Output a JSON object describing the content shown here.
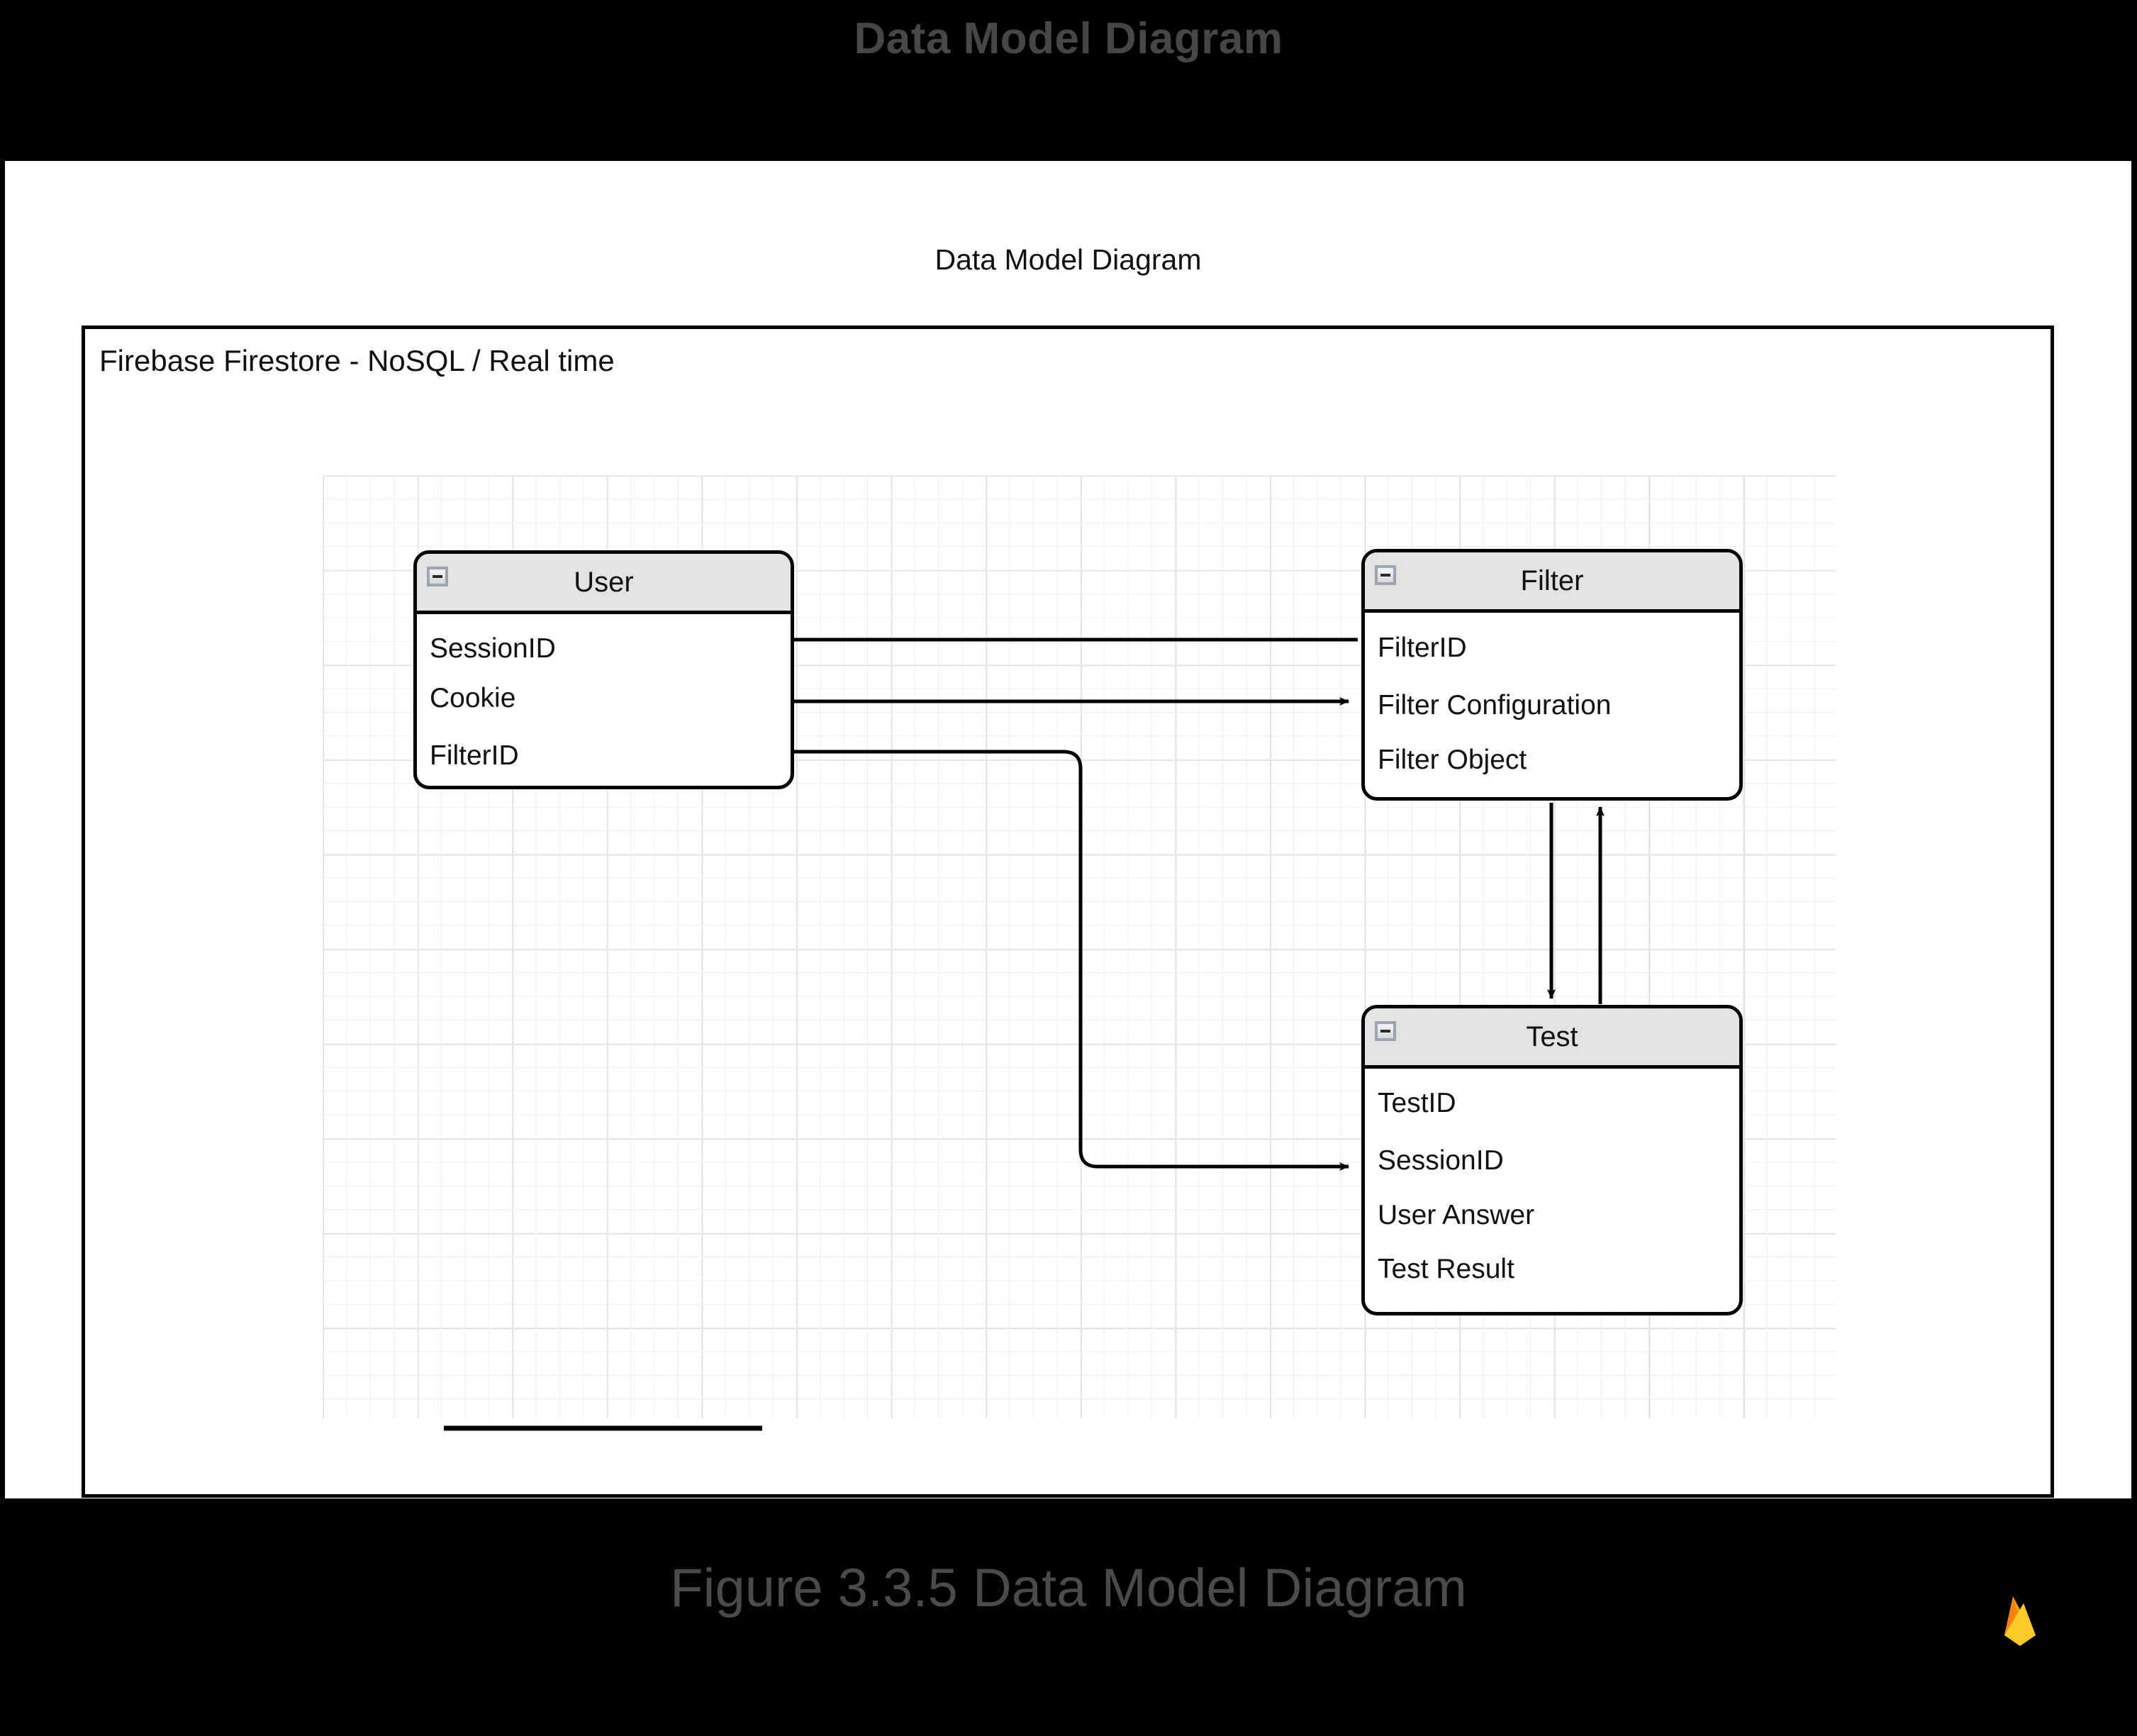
{
  "banner": {
    "title": "Data Model Diagram"
  },
  "page": {
    "subtitle": "Data Model Diagram"
  },
  "container": {
    "label": "Firebase Firestore - NoSQL / Real time",
    "logo_name": "firebase-logo",
    "logo_colors": {
      "flame_dark_orange": "#F5820D",
      "flame_orange": "#FFA000",
      "flame_amber": "#FFCA28"
    }
  },
  "entities": [
    {
      "id": "user",
      "title": "User",
      "collapse_icon": "minus-icon",
      "rows": [
        "SessionID",
        "Cookie",
        "FilterID"
      ]
    },
    {
      "id": "filter",
      "title": "Filter",
      "collapse_icon": "minus-icon",
      "rows": [
        "FilterID",
        "Filter Configuration",
        "Filter Object"
      ]
    },
    {
      "id": "test",
      "title": "Test",
      "collapse_icon": "minus-icon",
      "rows": [
        "TestID",
        "SessionID",
        "User Answer",
        "Test Result"
      ]
    }
  ],
  "connections": [
    {
      "id": "filter-to-user",
      "from": "Filter.FilterID",
      "to": "User.SessionID",
      "arrow": "left"
    },
    {
      "id": "user-to-filter",
      "from": "User.Cookie",
      "to": "Filter.Filter Configuration",
      "arrow": "right"
    },
    {
      "id": "user-to-test",
      "from": "User.FilterID",
      "to": "Test.SessionID",
      "arrow": "right"
    },
    {
      "id": "filter-to-test",
      "from": "Filter",
      "to": "Test",
      "arrow": "down"
    },
    {
      "id": "test-to-filter",
      "from": "Test",
      "to": "Filter",
      "arrow": "up"
    },
    {
      "id": "underline-segment",
      "from": "",
      "to": "",
      "arrow": "none"
    }
  ],
  "caption": {
    "text": "Figure 3.3.5 Data Model Diagram"
  },
  "colors": {
    "background": "#000000",
    "page": "#ffffff",
    "entity_header": "#e3e3e3",
    "stroke": "#000000",
    "title_gray": "#474747",
    "caption_gray": "#4b4b4b",
    "grid_minor": "#eceded",
    "grid_major": "#dcdddf"
  }
}
